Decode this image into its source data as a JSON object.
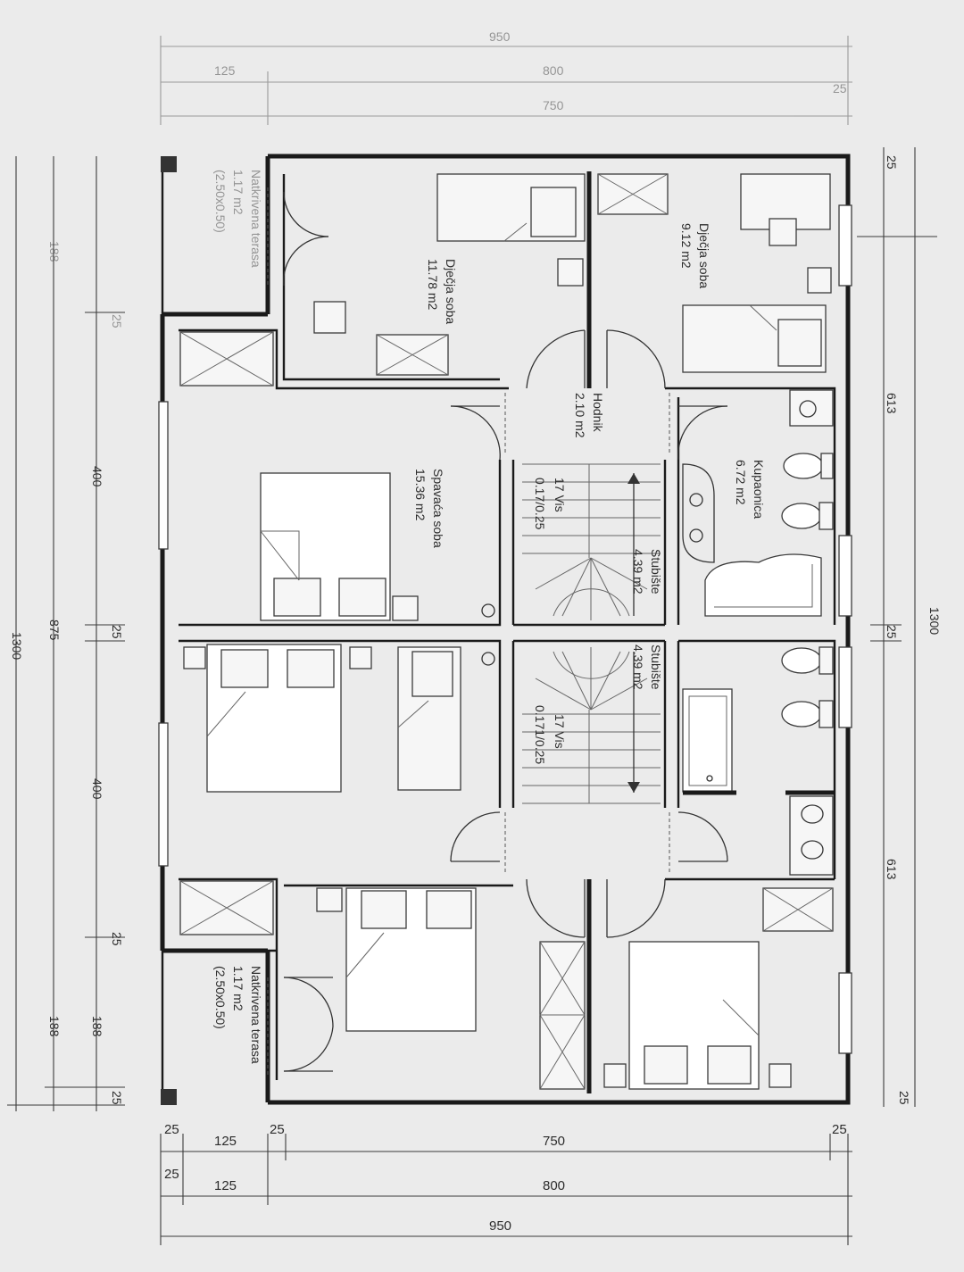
{
  "dimensions": {
    "top_total": "950",
    "top_mid": "800",
    "top_inner": "750",
    "top_left_a": "125",
    "top_right_edge": "25",
    "bottom_total": "950",
    "bottom_mid": "800",
    "bottom_inner": "750",
    "bottom_left_a": "125",
    "bottom_left_b": "25",
    "bottom_left_c": "25",
    "bottom_right_edge": "25",
    "left_total": "1300",
    "left_mid": "875",
    "left_upper": "400",
    "left_lower": "400",
    "left_terrace_top": "188",
    "left_terrace_bottom": "188",
    "left_terrace_bottom_b": "188",
    "left_joint": "25",
    "right_total": "1300",
    "right_upper": "613",
    "right_lower": "613",
    "right_mid": "25",
    "right_top": "25",
    "right_bottom": "25"
  },
  "rooms": {
    "djecja_soba_1": {
      "name": "Dječja soba",
      "area": "11.78 m2"
    },
    "djecja_soba_2": {
      "name": "Dječja soba",
      "area": "9.12 m2"
    },
    "hodnik": {
      "name": "Hodnik",
      "area": "2.10 m2"
    },
    "kupaonica": {
      "name": "Kupaonica",
      "area": "6.72 m2"
    },
    "spavaca_soba": {
      "name": "Spavaća soba",
      "area": "15.36 m2"
    },
    "stubiste_1": {
      "name": "Stubište",
      "area": "4.39 m2",
      "steps": "17 Vis",
      "rise": "0.17/0.25"
    },
    "stubiste_2": {
      "name": "Stubište",
      "area": "4.39 m2",
      "steps": "17 Vis",
      "rise": "0.171/0.25"
    },
    "natkrivena_terasa": {
      "name": "Natkrivena terasa",
      "area": "1.17 m2",
      "size": "(2.50x0.50)"
    },
    "natkrivena_terasa_faint": {
      "name": "Natkrivena terasa",
      "area": "1.17 m2",
      "size": "(2.50x0.50)"
    }
  }
}
